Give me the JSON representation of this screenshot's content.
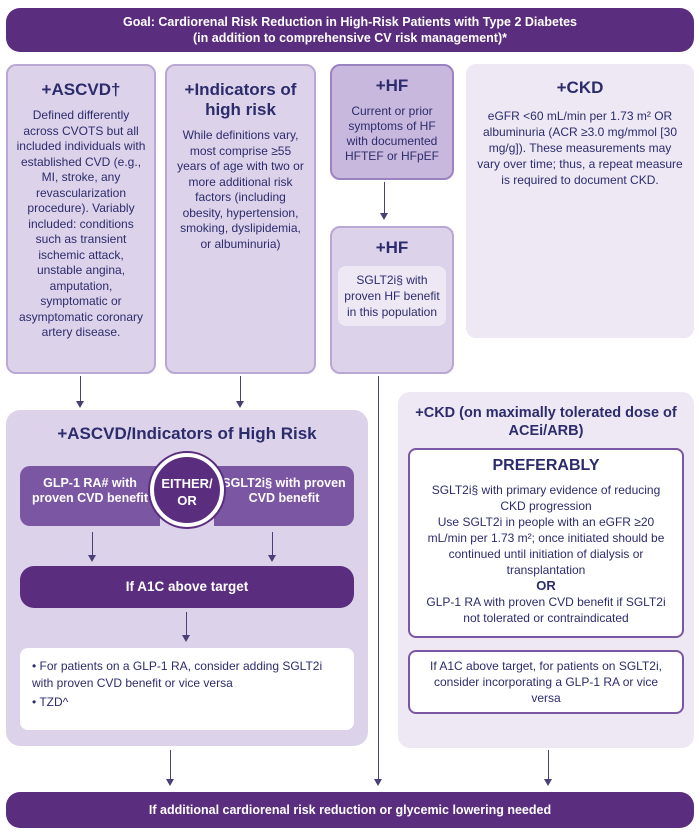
{
  "goal": {
    "line1": "Goal: Cardiorenal Risk Reduction in High-Risk Patients with Type 2 Diabetes",
    "line2": "(in addition to comprehensive CV risk management)*"
  },
  "ascvd": {
    "title": "+ASCVD†",
    "body": "Defined differently across CVOTS but all included individuals with established CVD (e.g., MI, stroke, any revascularization procedure). Variably included: conditions such as transient ischemic attack, unstable angina, amputation, symptomatic or asymptomatic coronary artery disease."
  },
  "indicators": {
    "title": "+Indicators of high risk",
    "body": "While definitions vary, most comprise ≥55 years of age with two or more additional risk factors (including obesity, hypertension, smoking, dyslipidemia, or albuminuria)"
  },
  "hf_top": {
    "title": "+HF",
    "body": "Current or prior symptoms of HF with documented HFTEF or HFpEF"
  },
  "hf_bottom": {
    "title": "+HF",
    "body": "SGLT2i§ with proven HF benefit in this population"
  },
  "ckd_top": {
    "title": "+CKD",
    "body": "eGFR <60 mL/min per 1.73 m² OR albuminuria (ACR ≥3.0 mg/mmol [30 mg/g]). These measurements may vary over time; thus, a repeat measure is required to document CKD."
  },
  "combined": {
    "title": "+ASCVD/Indicators of High Risk",
    "glp1": "GLP-1 RA# with proven CVD benefit",
    "either_or": "EITHER/ OR",
    "sglt2": "SGLT2i§ with proven CVD benefit",
    "a1c": "If A1C above target",
    "bullet1": "• For patients on a GLP-1 RA, consider adding SGLT2i with proven CVD benefit or vice versa",
    "bullet2": "• TZD^"
  },
  "ckd_bottom": {
    "title": "+CKD (on maximally tolerated dose of ACEi/ARB)",
    "preferably": "PREFERABLY",
    "p1": "SGLT2i§ with primary evidence of reducing CKD progression",
    "p2": "Use SGLT2i in people with an eGFR ≥20 mL/min per 1.73 m²; once initiated should be continued until initiation of dialysis or transplantation",
    "or": "OR",
    "p3": "GLP-1 RA with proven CVD benefit if SGLT2i not tolerated or contraindicated",
    "a1c_note": "If A1C above target, for patients on SGLT2i, consider incorporating a GLP-1 RA or vice versa"
  },
  "footer": {
    "text": "If additional cardiorenal risk reduction or glycemic lowering needed"
  },
  "colors": {
    "banner": "#5a2d7e",
    "card_lavender": "#dcd3ea",
    "card_pale": "#ede8f4",
    "pill": "#7b56a3",
    "text": "#2c2c6c"
  }
}
